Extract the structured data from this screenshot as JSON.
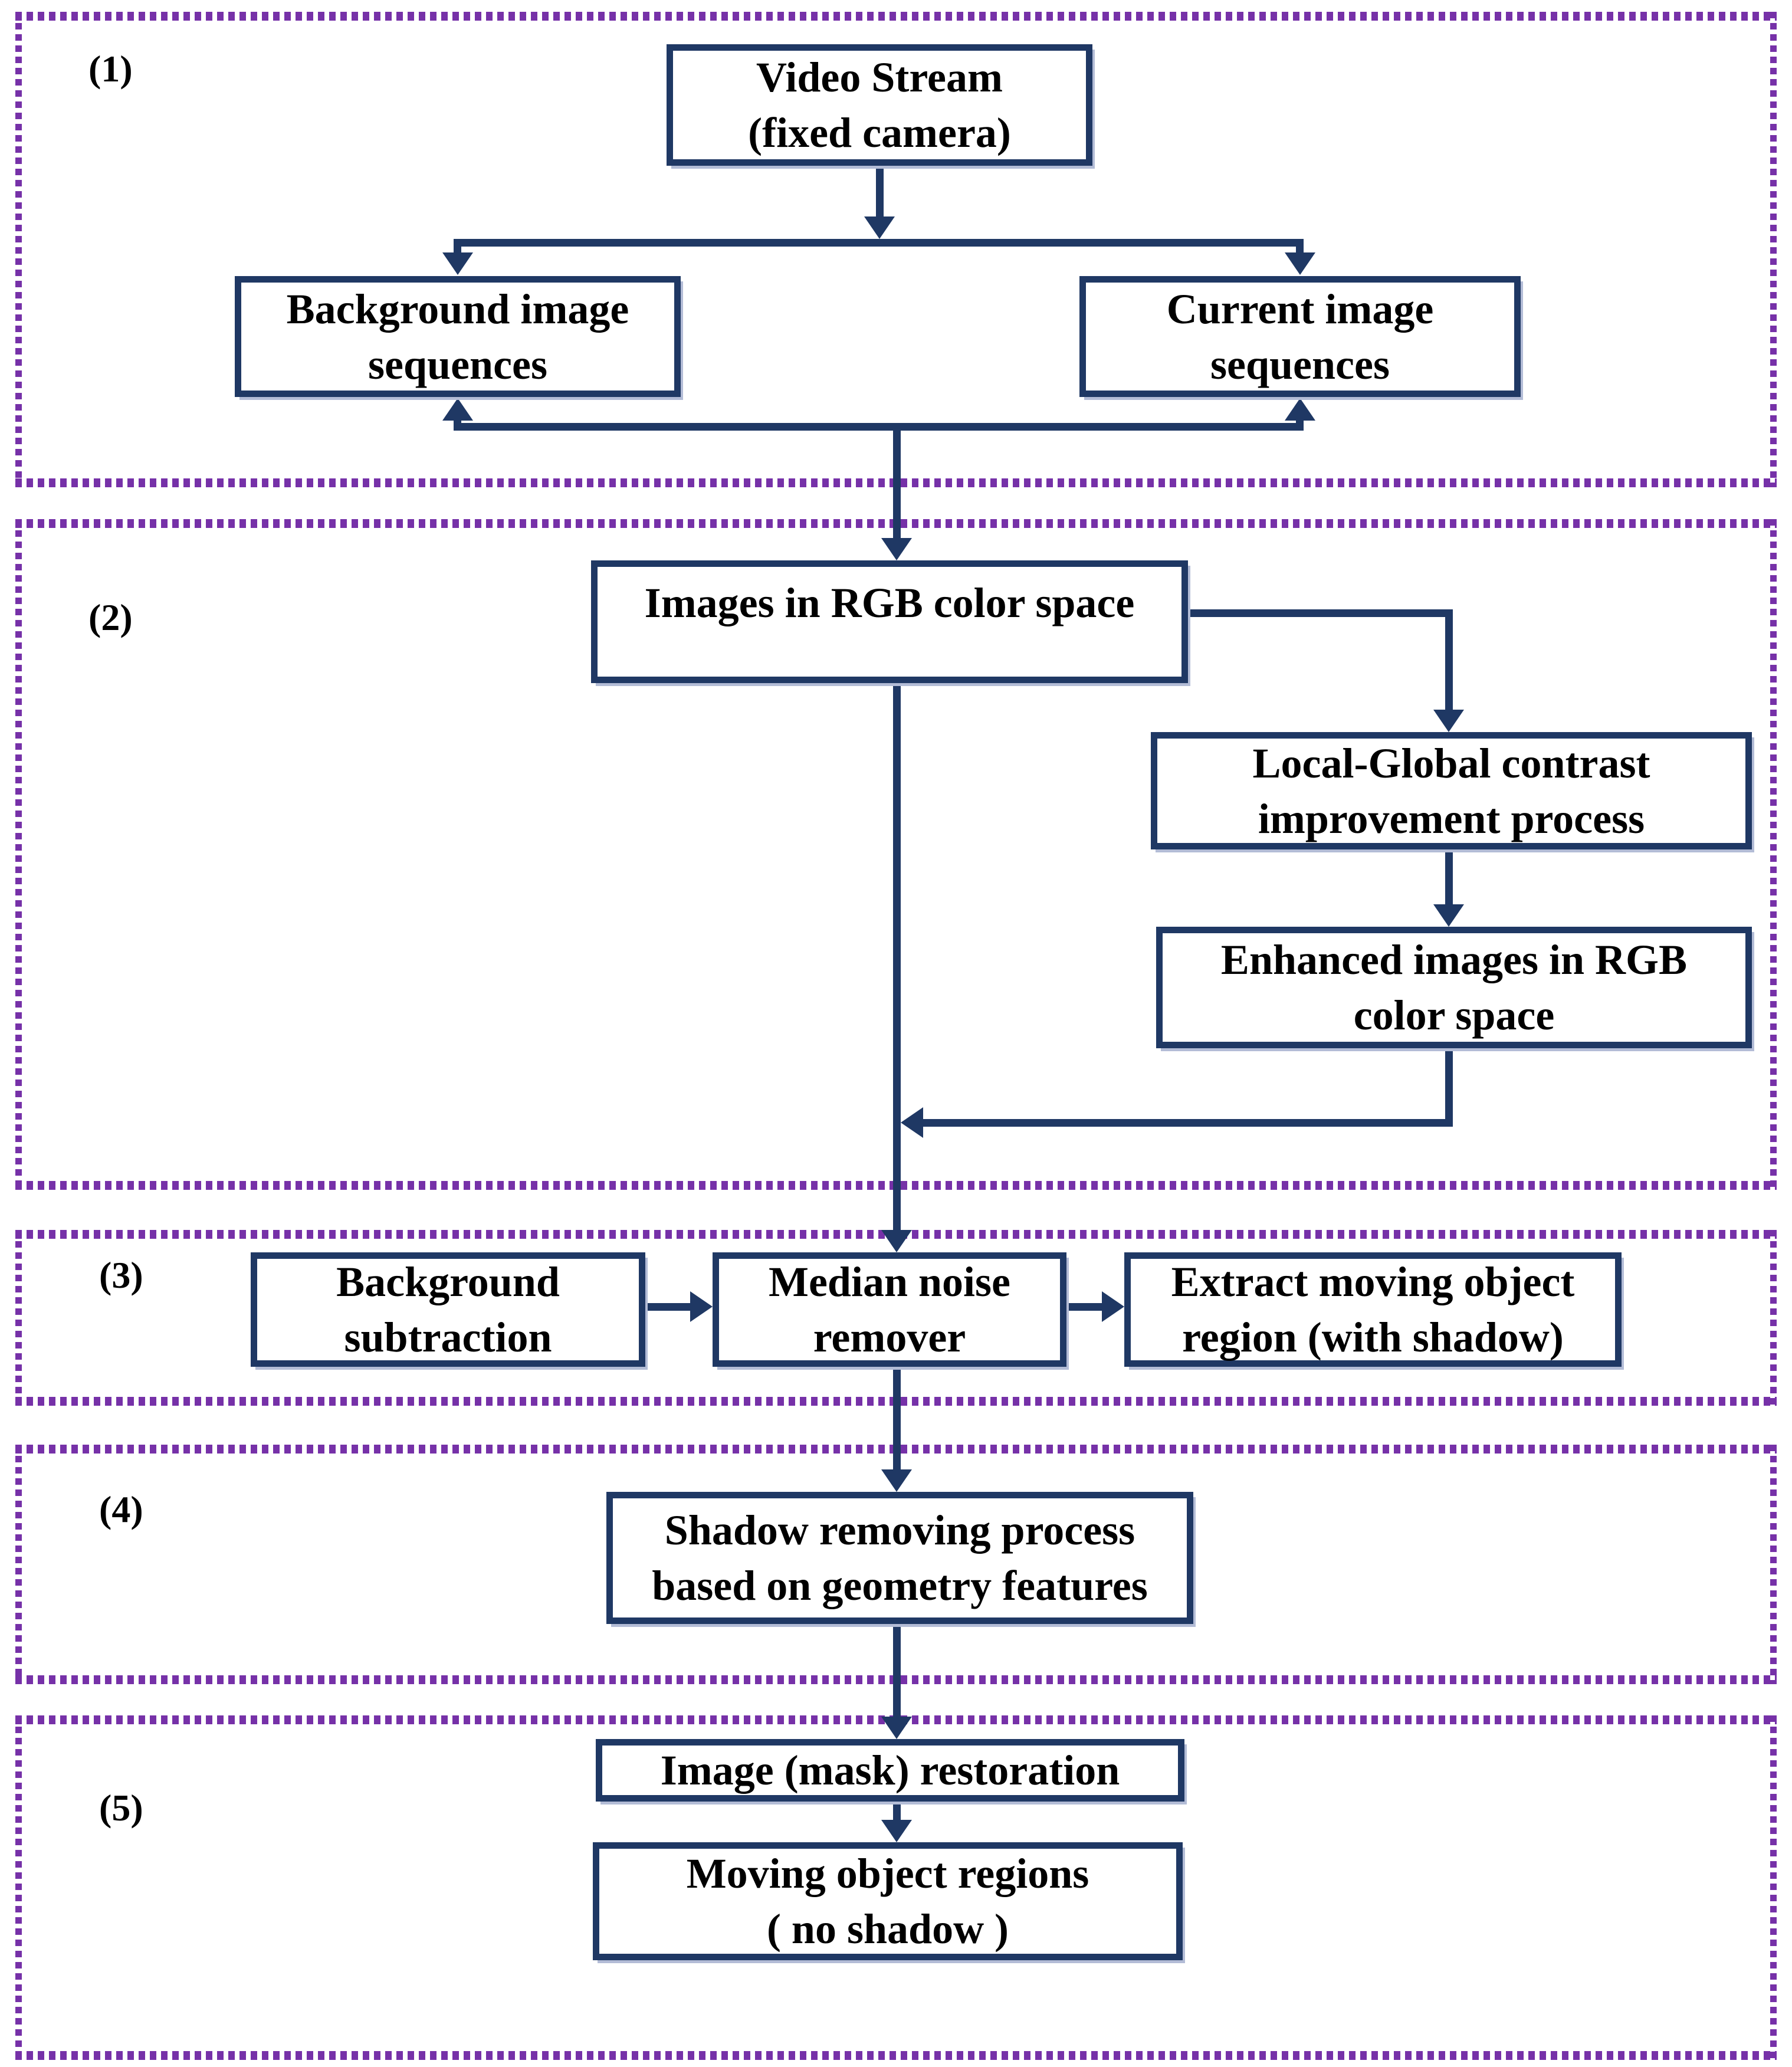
{
  "figure": {
    "sections": [
      {
        "label": "(1)"
      },
      {
        "label": "(2)"
      },
      {
        "label": "(3)"
      },
      {
        "label": "(4)"
      },
      {
        "label": "(5)"
      }
    ],
    "nodes": {
      "video_stream": {
        "text": "Video Stream\n(fixed camera)"
      },
      "background_seq": {
        "text": "Background image\nsequences"
      },
      "current_seq": {
        "text": "Current image\nsequences"
      },
      "rgb_images": {
        "text": "Images in RGB color space"
      },
      "local_global": {
        "text": "Local-Global contrast\nimprovement process"
      },
      "enhanced": {
        "text": "Enhanced images in RGB\ncolor space"
      },
      "bg_subtraction": {
        "text": "Background\nsubtraction"
      },
      "median_noise": {
        "text": "Median noise\nremover"
      },
      "extract_moving": {
        "text": "Extract moving object\nregion (with shadow)"
      },
      "shadow_removing": {
        "text": "Shadow removing process\nbased on geometry features"
      },
      "image_mask": {
        "text": "Image (mask) restoration"
      },
      "moving_objects": {
        "text": "Moving object regions\n( no shadow )"
      }
    },
    "colors": {
      "box_border": "#1f3864",
      "arrow": "#1f3864",
      "section_border": "#7631a8",
      "text": "#000000",
      "background": "#ffffff"
    }
  }
}
